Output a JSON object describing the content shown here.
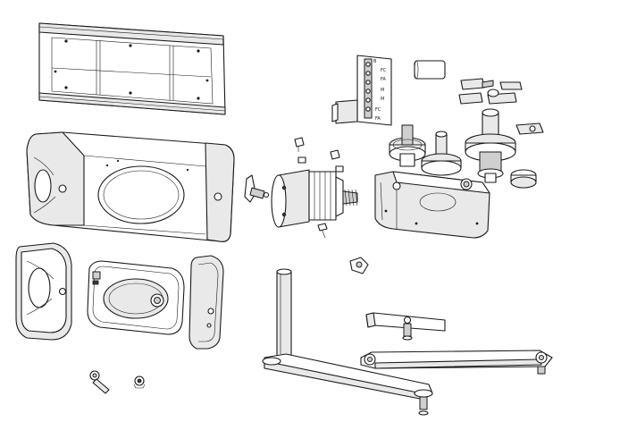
{
  "diagram": {
    "kind": "exploded-parts-view",
    "line_color": "#1a1a1a",
    "shade_color": "#e9e9e9",
    "board_markings": [
      "B",
      "FC",
      "FA",
      "M",
      "M",
      "FC",
      "FA"
    ]
  }
}
